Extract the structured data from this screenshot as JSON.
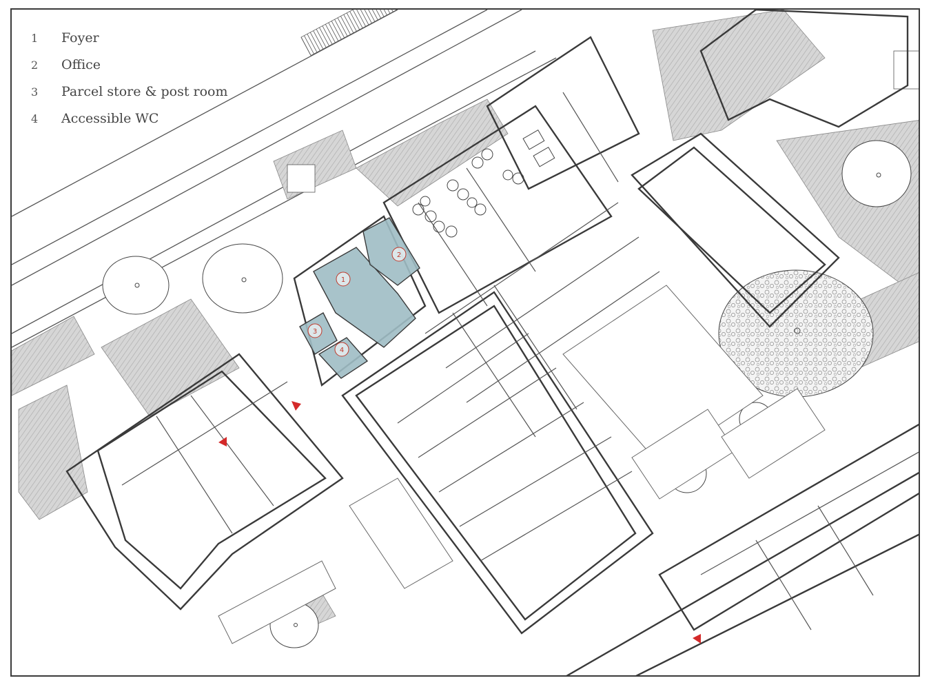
{
  "legend": {
    "items": [
      {
        "number": "1",
        "label": "Foyer"
      },
      {
        "number": "2",
        "label": "Office"
      },
      {
        "number": "3",
        "label": "Parcel store & post room"
      },
      {
        "number": "4",
        "label": "Accessible WC"
      }
    ]
  },
  "room_markers": [
    "1",
    "2",
    "3",
    "4"
  ],
  "colors": {
    "highlight": "#9fbcc4",
    "wall": "#3a3a3a",
    "hatch": "#b9b9b9",
    "marker": "#d42a2a"
  }
}
